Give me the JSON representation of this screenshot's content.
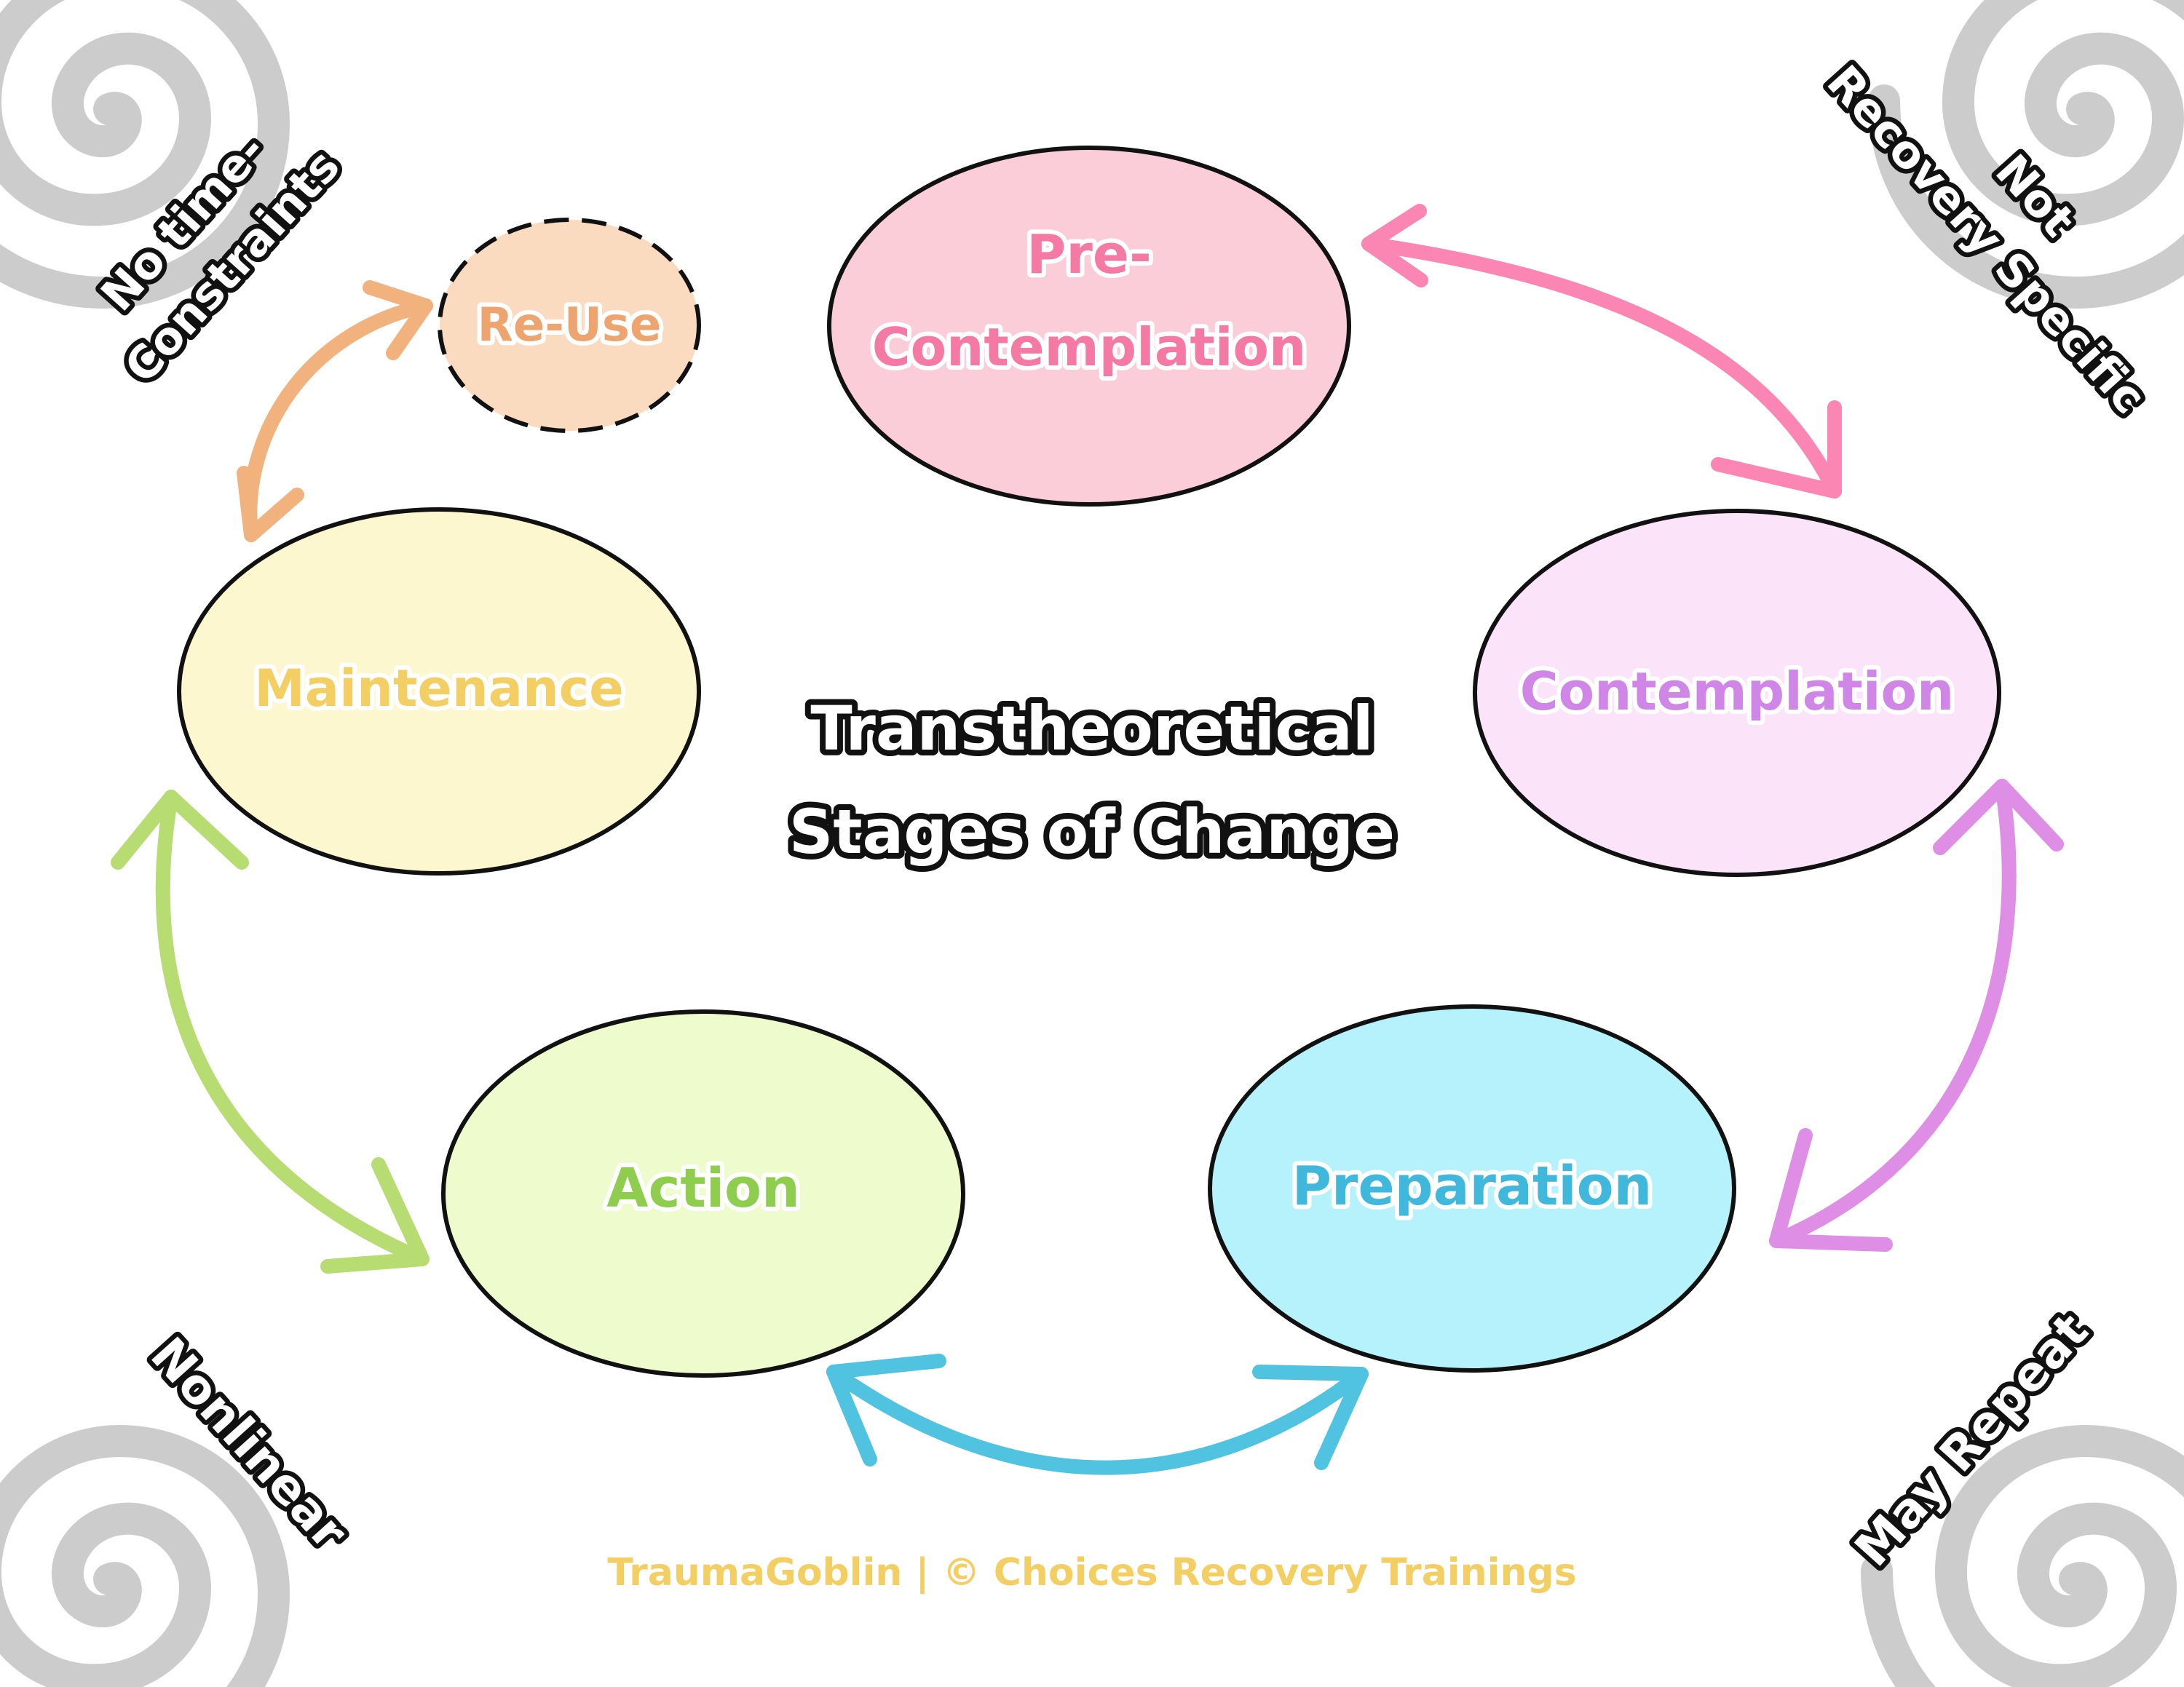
{
  "title": {
    "line1": "Transtheoretical",
    "line2": "Stages of Change"
  },
  "stages": {
    "pre_contemplation": {
      "line1": "Pre-",
      "line2": "Contemplation",
      "fill": "#fbcdd9",
      "text": "#f47aa3"
    },
    "contemplation": {
      "label": "Contemplation",
      "fill": "#fbe3fa",
      "text": "#cf86e6"
    },
    "preparation": {
      "label": "Preparation",
      "fill": "#b6f2fc",
      "text": "#3fb8dc"
    },
    "action": {
      "label": "Action",
      "fill": "#eefccd",
      "text": "#8fcd4f"
    },
    "maintenance": {
      "label": "Maintenance",
      "fill": "#fcf7ce",
      "text": "#f3cf63"
    },
    "re_use": {
      "label": "Re-Use",
      "fill": "#fadbc0",
      "text": "#eea46f"
    }
  },
  "corners": {
    "top_left": {
      "line1": "No time-",
      "line2": "Constraints"
    },
    "top_right": {
      "line1": "Not",
      "line2": "Recovery Specific"
    },
    "bottom_left": {
      "label": "Nonlinear"
    },
    "bottom_right": {
      "label": "May Repeat"
    }
  },
  "footer": {
    "credit": "TraumaGoblin  |  © Choices Recovery Trainings",
    "color": "#f3cf63"
  },
  "arrows": {
    "pre_to_contemplation": "#fb86b4",
    "contemplation_to_preparation": "#df8ee6",
    "preparation_to_action": "#4fc3df",
    "action_to_maintenance": "#b7dc72",
    "maintenance_to_reuse": "#f1b27e"
  },
  "decoration": {
    "spiral_color": "#cccccc"
  }
}
